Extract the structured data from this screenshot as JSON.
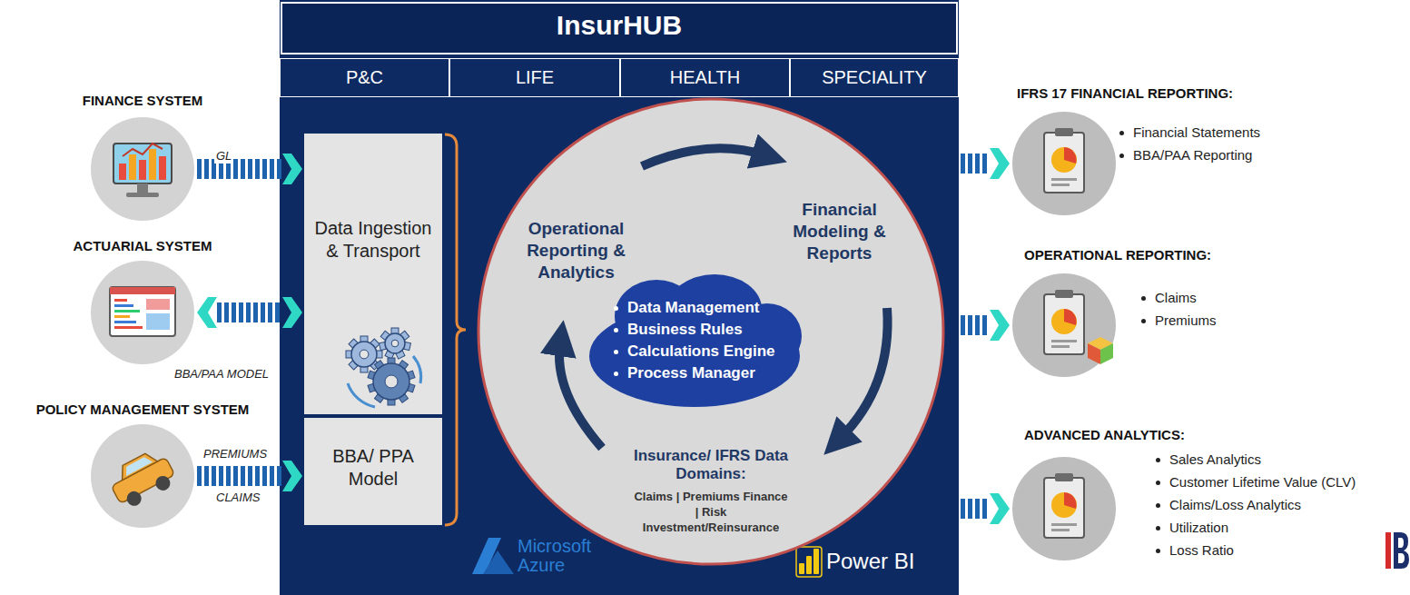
{
  "diagram": {
    "nodes": [
      {
        "text": [
          "InsurHUB"
        ]
      },
      {
        "text": [
          "P&C"
        ],
        "in": 0
      },
      {
        "text": [
          "LIFE"
        ],
        "in": 0
      },
      {
        "text": [
          "HEALTH"
        ],
        "in": 0
      },
      {
        "text": [
          "SPECIALITY"
        ],
        "in": 0
      },
      {
        "text": [
          "Data Ingestion & Transport"
        ],
        "in": 0
      },
      {
        "text": [
          "BBA/ PPA Model"
        ],
        "in": 0
      },
      {
        "text": [
          "Operational Reporting & Analytics",
          "Financial Modeling & Reports",
          "Insurance/ IFRS Data Domains:",
          "Claims | Premiums Finance | Risk Investment/Reinsurance"
        ],
        "in": 0
      },
      {
        "text": [
          "Data Management",
          "Business Rules",
          "Calculations Engine",
          "Process Manager"
        ],
        "in": 7
      },
      {
        "text": [
          "FINANCE SYSTEM"
        ]
      },
      {
        "text": [
          "ACTUARIAL SYSTEM"
        ]
      },
      {
        "text": [
          "POLICY MANAGEMENT SYSTEM"
        ]
      },
      {
        "text": [
          "IFRS 17 FINANCIAL REPORTING:",
          "Financial Statements",
          "BBA/PAA Reporting"
        ]
      },
      {
        "text": [
          "OPERATIONAL REPORTING:",
          "Claims",
          "Premiums"
        ]
      },
      {
        "text": [
          "ADVANCED ANALYTICS:",
          "Sales Analytics",
          "Customer Lifetime Value (CLV)",
          "Claims/Loss Analytics",
          "Utilization",
          "Loss Ratio"
        ]
      }
    ],
    "edges": [
      {
        "from": 9,
        "to": 5,
        "label": "GL",
        "arrow": "to"
      },
      {
        "from": 10,
        "to": 5,
        "label": "BBA/PAA MODEL",
        "arrow": "both"
      },
      {
        "from": 11,
        "to": 6,
        "label": "PREMIUMS",
        "arrow": "to"
      },
      {
        "from": 0,
        "to": 12,
        "arrow": "to"
      },
      {
        "from": 0,
        "to": 13,
        "arrow": "to"
      },
      {
        "from": 0,
        "to": 14,
        "arrow": "to"
      }
    ],
    "labels": [
      "CLAIMS",
      "Microsoft Azure",
      "Power BI"
    ]
  }
}
